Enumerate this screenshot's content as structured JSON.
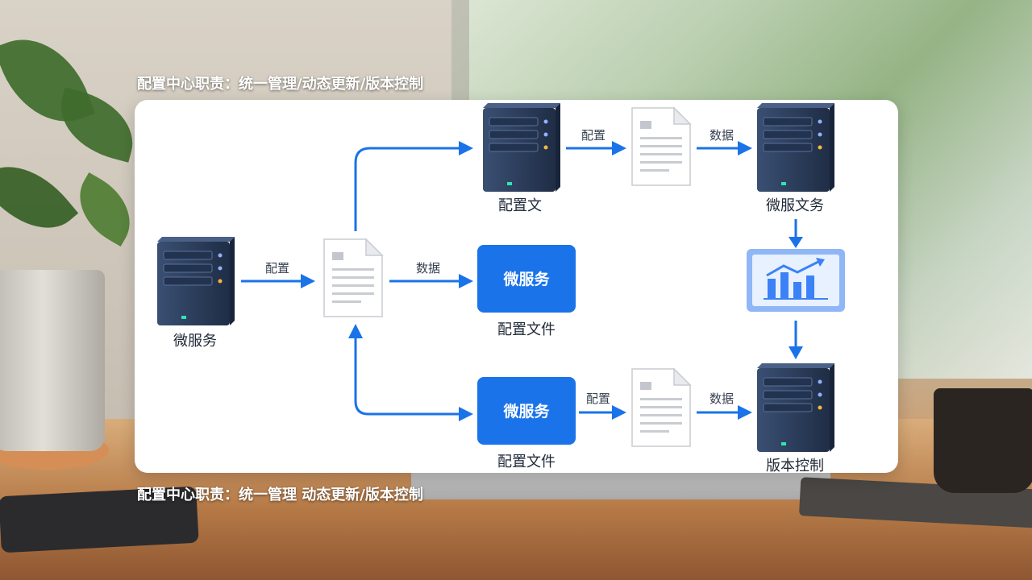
{
  "caption_top": "配置中心职责：统一管理/动态更新/版本控制",
  "caption_bottom": "配置中心职责：统一管理 动态更新/版本控制",
  "nodes": {
    "left_server": "微服务",
    "center_doc": "",
    "top_server": "配置文",
    "top_doc": "",
    "right_top_server": "微服文务",
    "middle_box": "微服务",
    "middle_box_caption": "配置文件",
    "dashboard": "",
    "bottom_box": "微服务",
    "bottom_box_caption": "配置文件",
    "bottom_doc": "",
    "bottom_right_server": "版本控制"
  },
  "edges": {
    "left_to_doc": "配置",
    "doc_to_middle": "数据",
    "top_server_to_doc": "配置",
    "top_doc_to_server": "数据",
    "bottom_box_to_doc": "配置",
    "bottom_doc_to_server": "数据"
  },
  "colors": {
    "accent": "#1a73e8",
    "server": "#2c3e5c",
    "card": "#ffffff"
  }
}
